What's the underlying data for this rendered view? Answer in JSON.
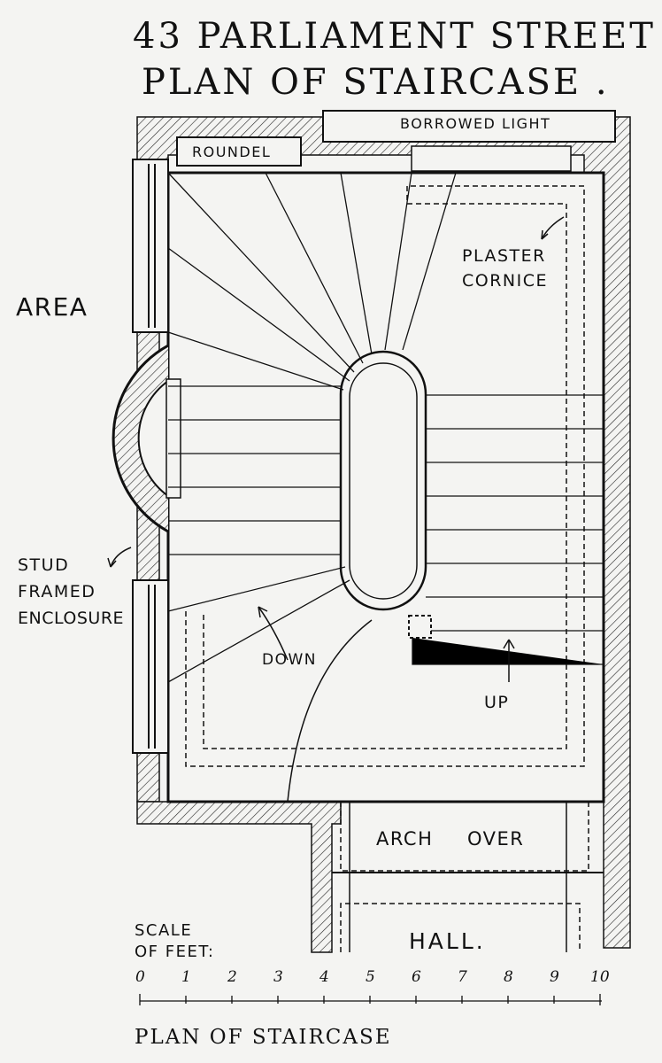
{
  "title_line1": "43 PARLIAMENT STREET",
  "title_line2": "PLAN OF STAIRCASE .",
  "labels": {
    "borrowed_light": "BORROWED LIGHT",
    "roundel": "ROUNDEL",
    "area": "AREA",
    "plaster_line1": "PLASTER",
    "plaster_line2": "CORNICE",
    "stud_line1": "STUD",
    "stud_line2": "FRAMED",
    "stud_line3": "ENCLOSURE",
    "down": "DOWN",
    "up": "UP",
    "arch": "ARCH",
    "over": "OVER",
    "hall": "HALL."
  },
  "scale": {
    "label_line1": "SCALE",
    "label_line2": "OF FEET:",
    "ticks": [
      "0",
      "1",
      "2",
      "3",
      "4",
      "5",
      "6",
      "7",
      "8",
      "9",
      "10"
    ]
  },
  "caption": "PLAN OF STAIRCASE"
}
